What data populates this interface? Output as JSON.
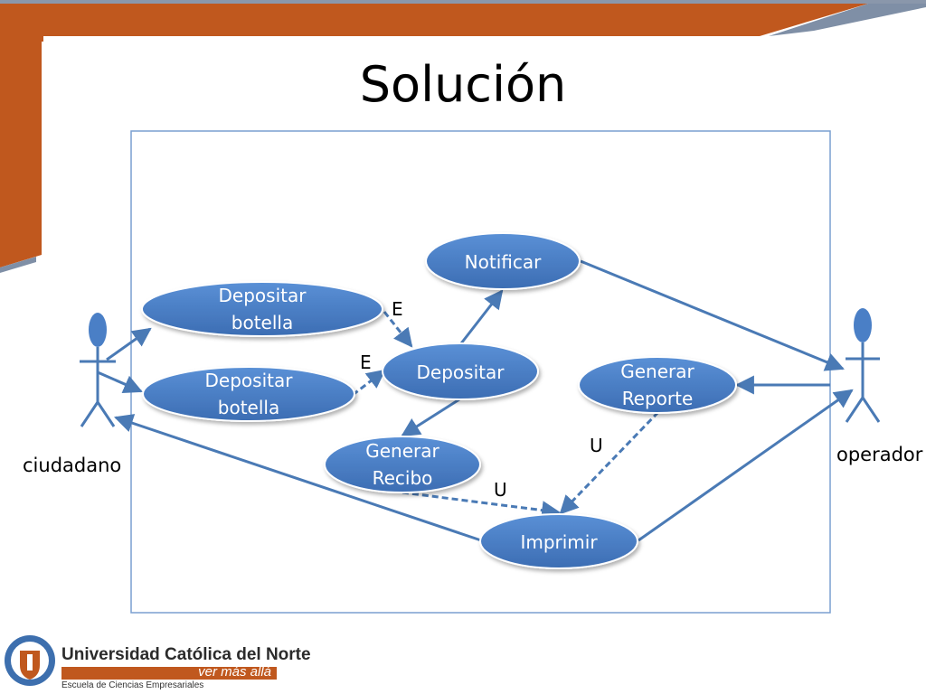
{
  "slide": {
    "title": "Solución"
  },
  "colors": {
    "accent_orange": "#c0581e",
    "accent_gray": "#7f8fa6",
    "usecase_fill": "#4a7fc6",
    "line_blue": "#4a7ab5",
    "boundary": "#7a9fd0"
  },
  "diagram": {
    "actors": {
      "left": "ciudadano",
      "right": "operador"
    },
    "use_cases": {
      "notificar": "Notificar",
      "depositar_botella_1": [
        "Depositar",
        "botella"
      ],
      "depositar_botella_2": [
        "Depositar",
        "botella"
      ],
      "depositar": "Depositar",
      "generar_reporte": [
        "Generar",
        "Reporte"
      ],
      "generar_recibo": [
        "Generar",
        "Recibo"
      ],
      "imprimir": "Imprimir"
    },
    "relation_labels": {
      "extend_1": "E",
      "extend_2": "E",
      "use_1": "U",
      "use_2": "U"
    }
  },
  "footer": {
    "university": "Universidad Católica del Norte",
    "tagline": "ver más allá",
    "school": "Escuela de Ciencias Empresariales",
    "seal_icon": "university-seal-icon"
  }
}
